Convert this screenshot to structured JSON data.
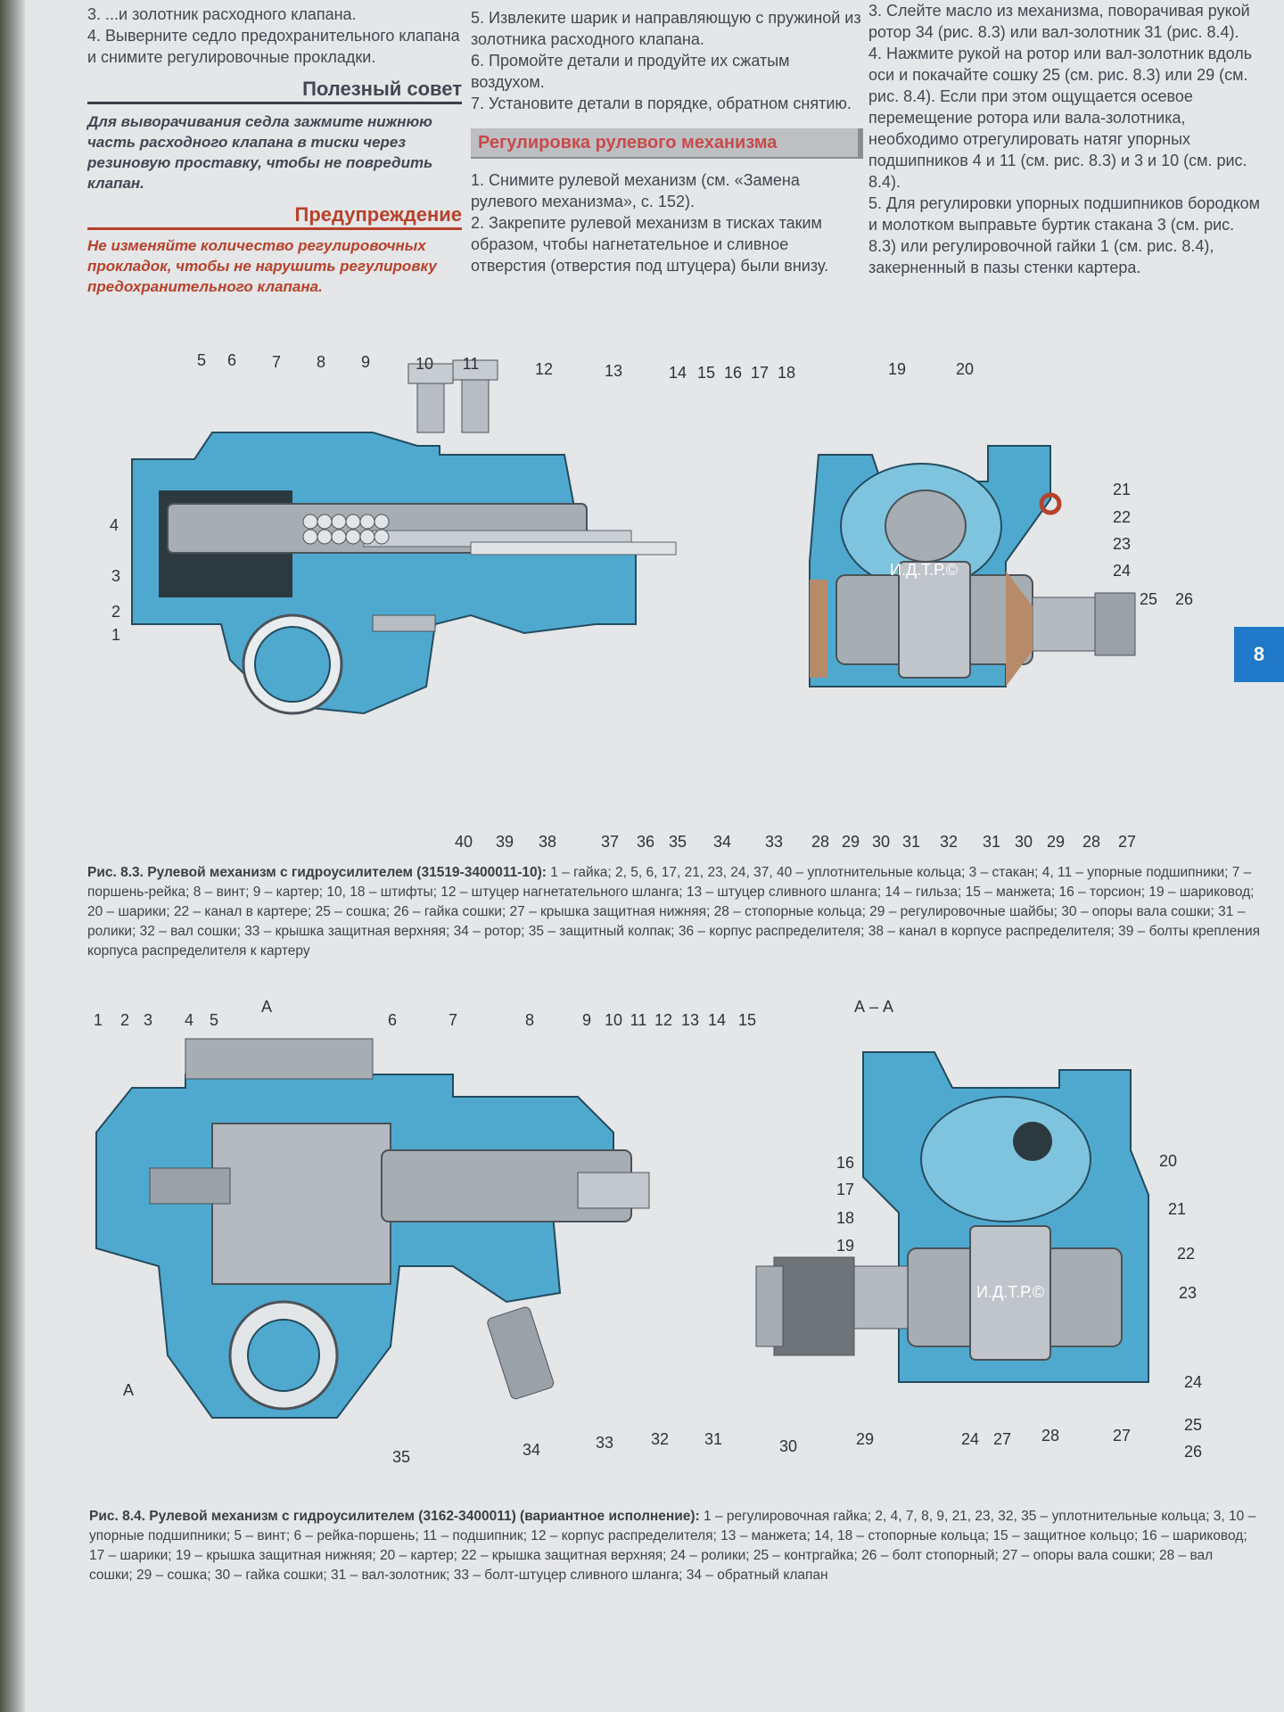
{
  "col1": {
    "line1": "3. ...и золотник расходного клапана.",
    "line2": "4. Выверните седло предохранительного клапана и снимите регулировочные прокладки.",
    "advice_heading": "Полезный совет",
    "advice_text": "Для выворачивания седла зажмите нижнюю часть расходного клапана в тиски через резиновую проставку, чтобы не повредить клапан.",
    "warning_heading": "Предупреждение",
    "warning_text": "Не изменяйте количество регулировочных прокладок, чтобы не нарушить регулировку предохранительного клапана."
  },
  "col2": {
    "p5": "5. Извлеките шарик и направляющую с пружиной из золотника расходного клапана.",
    "p6": "6. Промойте детали и продуйте их сжатым воздухом.",
    "p7": "7. Установите детали в порядке, обратном снятию.",
    "section_heading": "Регулировка рулевого механизма",
    "s1": "1. Снимите рулевой механизм (см. «Замена рулевого механизма», с. 152).",
    "s2": "2. Закрепите рулевой механизм в тисках таким образом, чтобы нагнетательное и сливное отверстия (отверстия под штуцера) были внизу."
  },
  "col3": {
    "p3": "3. Слейте масло из механизма, поворачивая рукой ротор 34 (рис. 8.3) или вал-золотник 31 (рис. 8.4).",
    "p4": "4. Нажмите рукой на ротор или вал-золотник вдоль оси и покачайте сошку 25 (см. рис. 8.3) или 29 (см. рис. 8.4). Если при этом ощущается осевое перемещение ротора или вала-золотника, необходимо отрегулировать натяг упорных подшипников 4 и 11 (см. рис. 8.3) и 3 и 10 (см. рис. 8.4).",
    "p5": "5. Для регулировки упорных подшипников бородком и молотком выправьте буртик стакана 3 (см. рис. 8.3) или регулировочной гайки 1 (см. рис. 8.4), закерненный в пазы стенки картера."
  },
  "chapter_tab": "8",
  "watermark": "И.Д.Т.Р.©",
  "section_label": "А – А",
  "section_mark": "А",
  "figure1": {
    "top_labels": [
      "5",
      "6",
      "7",
      "8",
      "9",
      "10",
      "11",
      "12",
      "13",
      "14",
      "15",
      "16",
      "17",
      "18",
      "19",
      "20"
    ],
    "left_labels": [
      "4",
      "3",
      "2",
      "1"
    ],
    "right_labels": [
      "21",
      "22",
      "23",
      "24",
      "25",
      "26"
    ],
    "bottom_labels": [
      "40",
      "39",
      "38",
      "37",
      "36",
      "35",
      "34",
      "33",
      "28",
      "29",
      "30",
      "31",
      "32",
      "31",
      "30",
      "29",
      "28",
      "27"
    ],
    "caption_title": "Рис. 8.3. Рулевой механизм с гидроусилителем (31519-3400011-10):",
    "caption_text": " 1 – гайка; 2, 5, 6, 17, 21, 23, 24, 37, 40 – уплотнительные кольца; 3 – стакан; 4, 11 – упорные подшипники; 7 – поршень-рейка; 8 – винт; 9 – картер; 10, 18 – штифты; 12 – штуцер нагнетательного шланга; 13 – штуцер сливного шланга; 14 – гильза; 15 – манжета; 16 – торсион; 19 – шариковод; 20 – шарики; 22 – канал в картере; 25 – сошка; 26 – гайка сошки; 27 – крышка защитная нижняя; 28 – стопорные кольца; 29 – регулировочные шайбы; 30 – опоры вала сошки; 31 – ролики; 32 – вал сошки; 33 – крышка защитная верхняя; 34 – ротор; 35 – защитный колпак; 36 – корпус распределителя; 38 – канал в корпусе распределителя; 39 – болты крепления корпуса распределителя к картеру"
  },
  "figure2": {
    "top_labels": [
      "1",
      "2",
      "3",
      "4",
      "5",
      "6",
      "7",
      "8",
      "9",
      "10",
      "11",
      "12",
      "13",
      "14",
      "15"
    ],
    "bottom_labels": [
      "35",
      "34",
      "33",
      "32",
      "31",
      "30",
      "29",
      "24",
      "27",
      "28",
      "27",
      "26"
    ],
    "right_labels": [
      "20",
      "21",
      "22",
      "23",
      "24",
      "25"
    ],
    "left_labels": [
      "16",
      "17",
      "18",
      "19"
    ],
    "caption_title": "Рис. 8.4. Рулевой механизм с гидроусилителем (3162-3400011) (вариантное исполнение):",
    "caption_text": " 1 – регулировочная гайка; 2, 4, 7, 8, 9, 21, 23, 32, 35 – уплотнительные кольца; 3, 10 – упорные подшипники; 5 – винт; 6 – рейка-поршень; 11 – подшипник; 12 – корпус распределителя; 13 – манжета; 14, 18 – стопорные кольца; 15 – защитное кольцо; 16 – шариковод; 17 – шарики; 19 – крышка защитная нижняя; 20 – картер; 22 – крышка защитная верхняя; 24 – ролики; 25 – контргайка; 26 – болт стопорный; 27 – опоры вала сошки; 28 – вал сошки; 29 – сошка; 30 – гайка сошки; 31 – вал-золотник; 33 – болт-штуцер сливного шланга; 34 – обратный клапан"
  },
  "colors": {
    "housing": "#4fa9cf",
    "steel": "#a6adb3",
    "accent": "#b7412a",
    "tab": "#1f78c8"
  }
}
